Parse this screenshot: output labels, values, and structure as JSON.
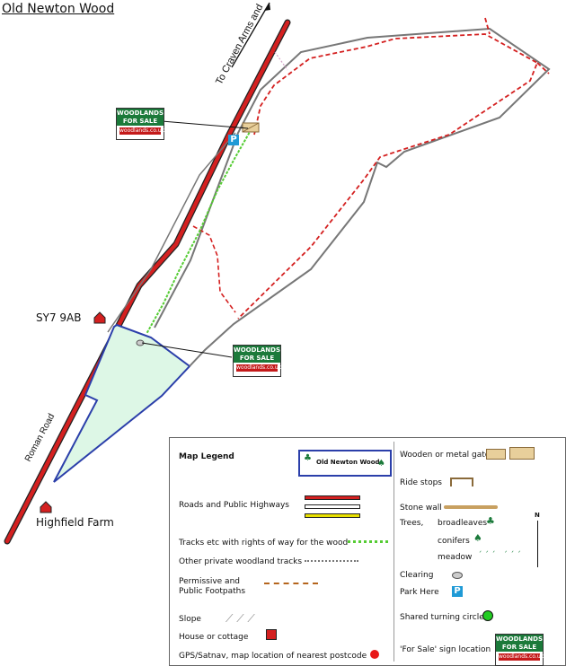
{
  "title": "Old Newton Wood",
  "map_labels": {
    "direction": "To Craven Arms and",
    "postcode": "SY7 9AB",
    "road": "Roman Road",
    "farm": "Highfield Farm"
  },
  "sign": {
    "line1": "WOODLANDS",
    "line2": "FOR SALE",
    "url": "woodlands.co.uk"
  },
  "park_letter": "P",
  "legend": {
    "heading": "Map Legend",
    "wood_name": "Old Newton Wood",
    "roads": "Roads and Public Highways",
    "tracks_row": "Tracks etc with rights of way for the wood",
    "private_tracks": "Other private woodland tracks",
    "permissive_1": "Permissive and",
    "permissive_2": "Public Footpaths",
    "slope": "Slope",
    "house": "House or cottage",
    "gps": "GPS/Satnav, map location of nearest postcode",
    "gates": "Wooden or metal gates",
    "ride_stops": "Ride stops",
    "stone_wall": "Stone wall",
    "trees": "Trees,",
    "broadleaves": "broadleaves",
    "conifers": "conifers",
    "meadow": "meadow",
    "clearing": "Clearing",
    "park_here": "Park Here",
    "turning": "Shared turning circle",
    "for_sale": "'For Sale'  sign location",
    "north": "N"
  },
  "colors": {
    "road_red": "#d42020",
    "wood_fill": "#ddf7e6",
    "wood_border": "#2b3faa",
    "track_green": "#55cc33",
    "boundary_dash": "#d42020",
    "grey_track": "#777777"
  }
}
